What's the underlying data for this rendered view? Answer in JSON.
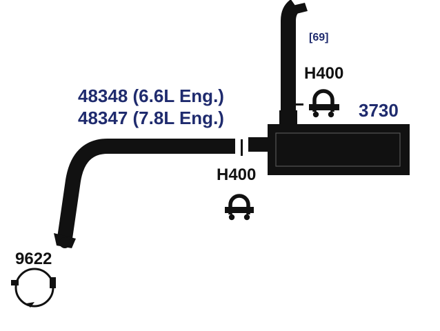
{
  "parts": {
    "tailpipe": {
      "number": "9622"
    },
    "intermediate_pipe": {
      "line1": "48348 (6.6L Eng.)",
      "line2": "48347 (7.8L Eng.)"
    },
    "muffler": {
      "number": "3730"
    },
    "clamp_lower": {
      "number": "H400"
    },
    "clamp_upper": {
      "number": "H400"
    },
    "stack_ref": {
      "text": "[69]"
    }
  },
  "colors": {
    "part_fill": "#111111",
    "label_blue": "#1f2b6e",
    "label_black": "#111111",
    "background": "#ffffff"
  },
  "icons": [
    "u-bolt-clamp-icon",
    "hanger-ring-icon"
  ]
}
